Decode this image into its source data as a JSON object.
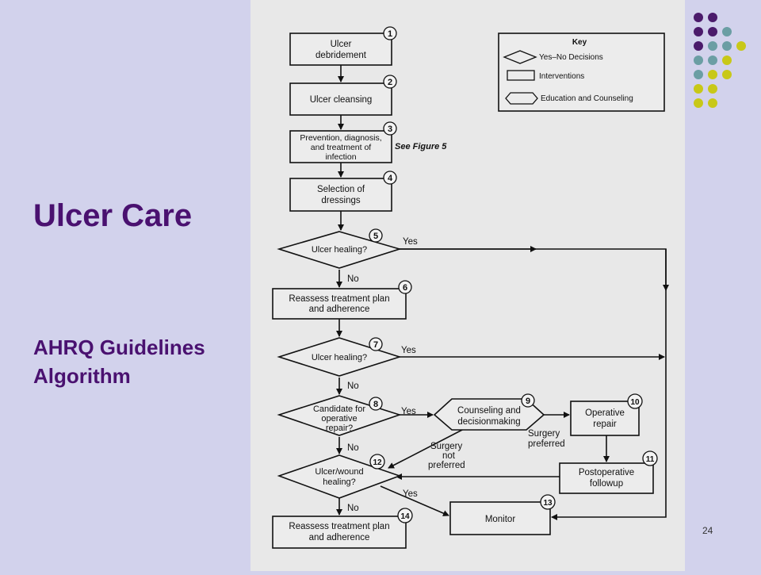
{
  "slide": {
    "title": "Ulcer Care",
    "subtitle_line1": "AHRQ Guidelines",
    "subtitle_line2": "Algorithm",
    "page_number": "24"
  },
  "key": {
    "title": "Key",
    "decisions": "Yes–No Decisions",
    "interventions": "Interventions",
    "education": "Education and Counseling"
  },
  "nodes": {
    "n1": {
      "num": "1",
      "line1": "Ulcer",
      "line2": "debridement"
    },
    "n2": {
      "num": "2",
      "line1": "Ulcer cleansing"
    },
    "n3": {
      "num": "3",
      "line1": "Prevention, diagnosis,",
      "line2": "and treatment of",
      "line3": "infection",
      "note": "See Figure 5"
    },
    "n4": {
      "num": "4",
      "line1": "Selection of",
      "line2": "dressings"
    },
    "n5": {
      "num": "5",
      "line1": "Ulcer healing?"
    },
    "n6": {
      "num": "6",
      "line1": "Reassess treatment plan",
      "line2": "and adherence"
    },
    "n7": {
      "num": "7",
      "line1": "Ulcer healing?"
    },
    "n8": {
      "num": "8",
      "line1": "Candidate for",
      "line2": "operative",
      "line3": "repair?"
    },
    "n9": {
      "num": "9",
      "line1": "Counseling and",
      "line2": "decisionmaking"
    },
    "n10": {
      "num": "10",
      "line1": "Operative",
      "line2": "repair"
    },
    "n11": {
      "num": "11",
      "line1": "Postoperative",
      "line2": "followup"
    },
    "n12": {
      "num": "12",
      "line1": "Ulcer/wound",
      "line2": "healing?"
    },
    "n13": {
      "num": "13",
      "line1": "Monitor"
    },
    "n14": {
      "num": "14",
      "line1": "Reassess treatment plan",
      "line2": "and adherence"
    }
  },
  "edges": {
    "yes": "Yes",
    "no": "No",
    "surgery_preferred_1": "Surgery",
    "surgery_preferred_2": "preferred",
    "surgery_not_1": "Surgery",
    "surgery_not_2": "not",
    "surgery_not_3": "preferred"
  },
  "colors": {
    "background": "#d2d2ec",
    "title": "#4a1170",
    "dot_purple": "#4b1b6b",
    "dot_teal": "#6b9ea4",
    "dot_yellow": "#c8c818"
  }
}
